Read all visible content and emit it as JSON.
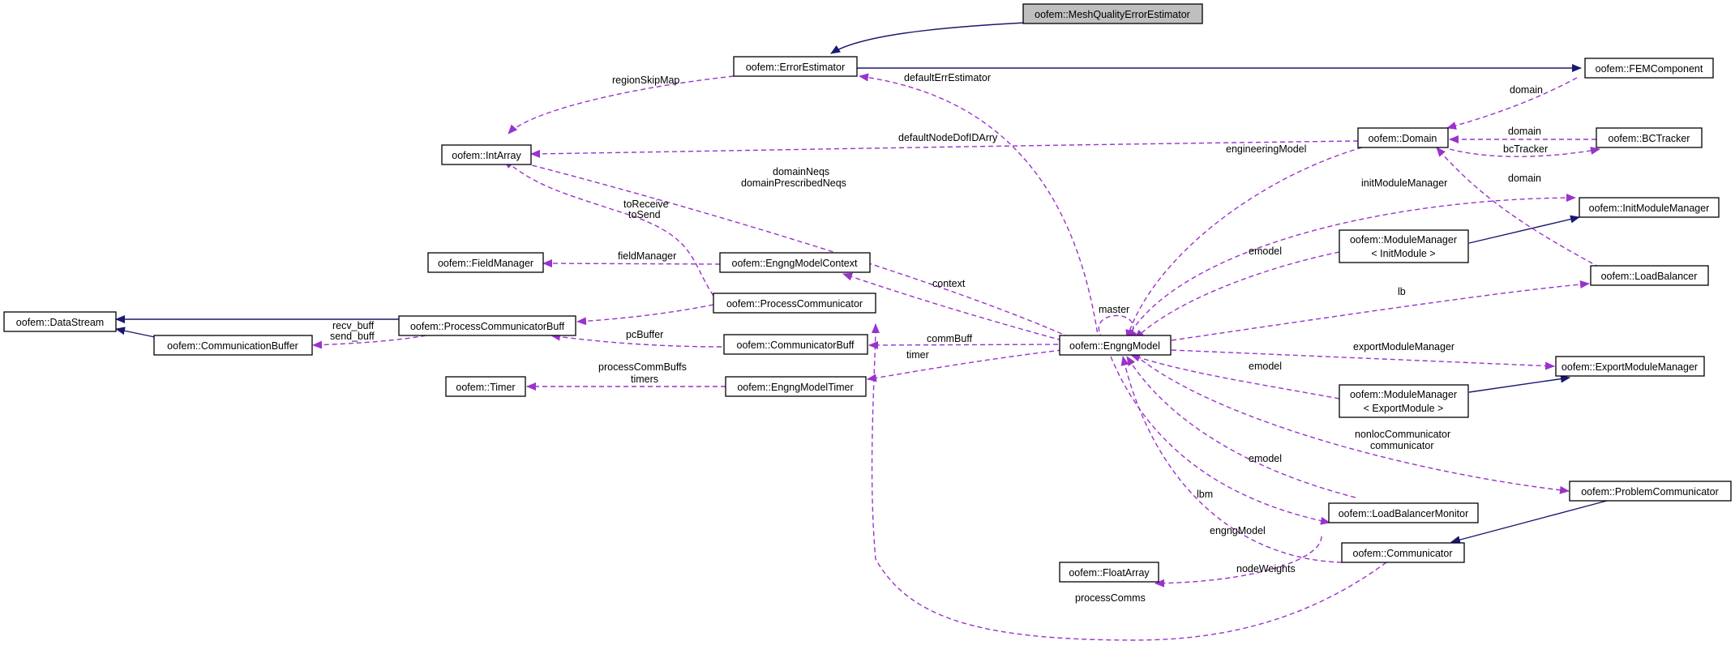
{
  "colors": {
    "inheritance_edge": "#191970",
    "usage_edge": "#9a32cd",
    "highlighted_node_fill": "#bfbfbf",
    "node_fill": "#ffffff"
  },
  "nodes": {
    "mesh_quality": "oofem::MeshQualityErrorEstimator",
    "error_estimator": "oofem::ErrorEstimator",
    "fem_component": "oofem::FEMComponent",
    "int_array": "oofem::IntArray",
    "domain": "oofem::Domain",
    "bc_tracker": "oofem::BCTracker",
    "init_module_manager": "oofem::InitModuleManager",
    "module_manager_init_1": "oofem::ModuleManager",
    "module_manager_init_2": "< InitModule >",
    "field_manager": "oofem::FieldManager",
    "engng_model_context": "oofem::EngngModelContext",
    "load_balancer": "oofem::LoadBalancer",
    "data_stream": "oofem::DataStream",
    "process_communicator_buff": "oofem::ProcessCommunicatorBuff",
    "process_communicator": "oofem::ProcessCommunicator",
    "communication_buffer": "oofem::CommunicationBuffer",
    "communicator_buff": "oofem::CommunicatorBuff",
    "engng_model": "oofem::EngngModel",
    "export_module_manager": "oofem::ExportModuleManager",
    "timer": "oofem::Timer",
    "engng_model_timer": "oofem::EngngModelTimer",
    "module_manager_export_1": "oofem::ModuleManager",
    "module_manager_export_2": "< ExportModule >",
    "problem_communicator": "oofem::ProblemCommunicator",
    "load_balancer_monitor": "oofem::LoadBalancerMonitor",
    "communicator": "oofem::Communicator",
    "float_array": "oofem::FloatArray"
  },
  "edge_labels": {
    "region_skip_map": "regionSkipMap",
    "default_err_estimator": "defaultErrEstimator",
    "domain_fem": "domain",
    "domain_bc": "domain",
    "bc_tracker": "bcTracker",
    "default_node_dof": "defaultNodeDofIDArry",
    "domain_neqs": "domainNeqs",
    "domain_prescribed_neqs": "domainPrescribedNeqs",
    "engineering_model": "engineeringModel",
    "domain_lb": "domain",
    "init_module_manager": "initModuleManager",
    "to_receive": "toReceive",
    "to_send": "toSend",
    "field_manager": "fieldManager",
    "emodel_init": "emodel",
    "context": "context",
    "master": "master",
    "pc_buffer": "pcBuffer",
    "lb": "lb",
    "recv_buff": "recv_buff",
    "send_buff": "send_buff",
    "process_comm_buffs": "processCommBuffs",
    "comm_buff": "commBuff",
    "timer": "timer",
    "export_module_manager": "exportModuleManager",
    "timers": "timers",
    "emodel_export": "emodel",
    "nonloc_communicator": "nonlocCommunicator",
    "communicator": "communicator",
    "emodel_lbm": "emodel",
    "lbm": "lbm",
    "engng_model": "engngModel",
    "node_weights": "nodeWeights",
    "process_comms": "processComms"
  }
}
